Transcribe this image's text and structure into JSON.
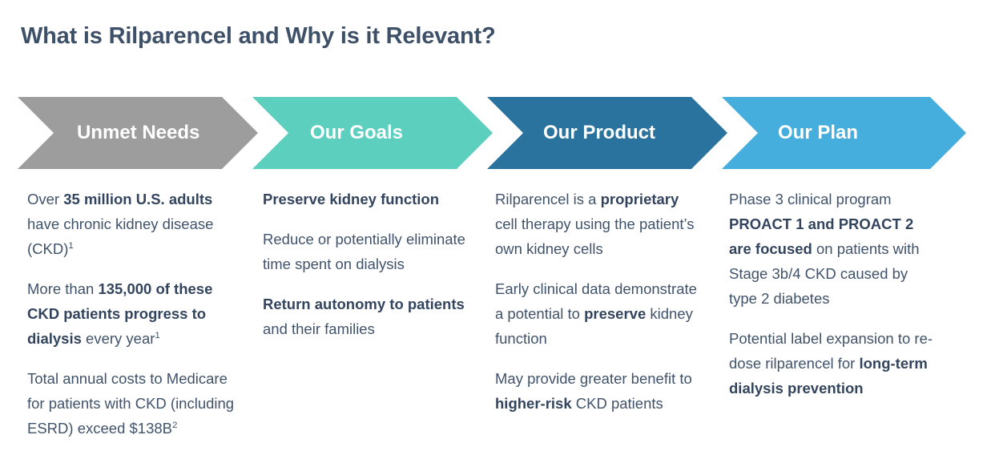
{
  "page_title": "What is Rilparencel and Why is it Relevant?",
  "theme": {
    "title_color": "#3d5068",
    "body_color": "#41536b",
    "background": "#ffffff"
  },
  "chevrons": [
    {
      "label": "Unmet Needs",
      "color": "#9d9d9d"
    },
    {
      "label": "Our Goals",
      "color": "#5ccfbe"
    },
    {
      "label": "Our Product",
      "color": "#2a739e"
    },
    {
      "label": "Our Plan",
      "color": "#45aedc"
    }
  ],
  "columns": [
    {
      "heading": "Unmet Needs",
      "paragraphs": [
        {
          "html": "Over <b>35 million U.S. adults</b> have chronic kidney disease (CKD)<sup>1</sup>"
        },
        {
          "html": "More than <b>135,000 of these CKD patients progress to dialysis</b> every year<sup>1</sup>"
        },
        {
          "html": "Total annual costs to Medicare for patients with CKD (including ESRD) exceed $138B<sup>2</sup>"
        }
      ]
    },
    {
      "heading": "Our Goals",
      "paragraphs": [
        {
          "html": "<b>Preserve kidney function</b>"
        },
        {
          "html": "Reduce or potentially eliminate time spent on dialysis"
        },
        {
          "html": "<b>Return autonomy to patients</b> and their families"
        }
      ]
    },
    {
      "heading": "Our Product",
      "paragraphs": [
        {
          "html": "Rilparencel is a <b>proprietary</b> cell therapy using the patient’s own kidney cells"
        },
        {
          "html": "Early clinical data demonstrate a potential to <b>preserve</b> kidney function"
        },
        {
          "html": "May provide greater benefit to <b>higher-risk</b> CKD patients"
        }
      ]
    },
    {
      "heading": "Our Plan",
      "paragraphs": [
        {
          "html": "Phase 3 clinical program <b>PROACT 1 and PROACT 2 are focused</b> on patients with Stage 3b/4 CKD caused by type 2 diabetes"
        },
        {
          "html": "Potential label expansion to re-dose rilparencel for <b>long-term dialysis prevention</b>"
        }
      ]
    }
  ],
  "footnote_markers": [
    "1",
    "2"
  ]
}
